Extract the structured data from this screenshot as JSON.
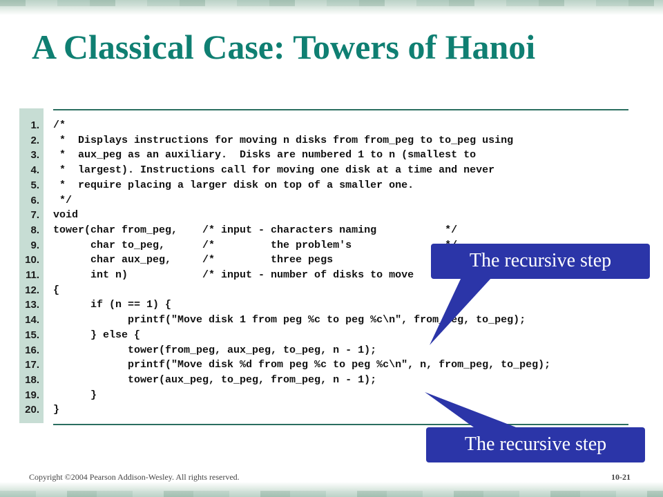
{
  "title": "A Classical Case: Towers of Hanoi",
  "code": {
    "lines": [
      {
        "num": "1.",
        "text": "/*"
      },
      {
        "num": "2.",
        "text": " *  Displays instructions for moving n disks from from_peg to to_peg using"
      },
      {
        "num": "3.",
        "text": " *  aux_peg as an auxiliary.  Disks are numbered 1 to n (smallest to"
      },
      {
        "num": "4.",
        "text": " *  largest). Instructions call for moving one disk at a time and never"
      },
      {
        "num": "5.",
        "text": " *  require placing a larger disk on top of a smaller one."
      },
      {
        "num": "6.",
        "text": " */"
      },
      {
        "num": "7.",
        "text": "void"
      },
      {
        "num": "8.",
        "text": "tower(char from_peg,    /* input - characters naming           */"
      },
      {
        "num": "9.",
        "text": "      char to_peg,      /*         the problem's               */"
      },
      {
        "num": "10.",
        "text": "      char aux_peg,     /*         three pegs                  */"
      },
      {
        "num": "11.",
        "text": "      int n)            /* input - number of disks to move     */"
      },
      {
        "num": "12.",
        "text": "{"
      },
      {
        "num": "13.",
        "text": "      if (n == 1) {"
      },
      {
        "num": "14.",
        "text": "            printf(\"Move disk 1 from peg %c to peg %c\\n\", from_peg, to_peg);"
      },
      {
        "num": "15.",
        "text": "      } else {"
      },
      {
        "num": "16.",
        "text": "            tower(from_peg, aux_peg, to_peg, n - 1);"
      },
      {
        "num": "17.",
        "text": "            printf(\"Move disk %d from peg %c to peg %c\\n\", n, from_peg, to_peg);"
      },
      {
        "num": "18.",
        "text": "            tower(aux_peg, to_peg, from_peg, n - 1);"
      },
      {
        "num": "19.",
        "text": "      }"
      },
      {
        "num": "20.",
        "text": "}"
      }
    ]
  },
  "callouts": [
    {
      "text": "The recursive step",
      "color": "#2b35a8"
    },
    {
      "text": "The recursive step",
      "color": "#2b35a8"
    }
  ],
  "footer": {
    "copyright": "Copyright ©2004 Pearson Addison-Wesley.  All rights reserved.",
    "slide_number": "10-21"
  },
  "colors": {
    "title": "#0f7f72",
    "gutter": "#c7ddd4",
    "callout": "#2b35a8"
  }
}
